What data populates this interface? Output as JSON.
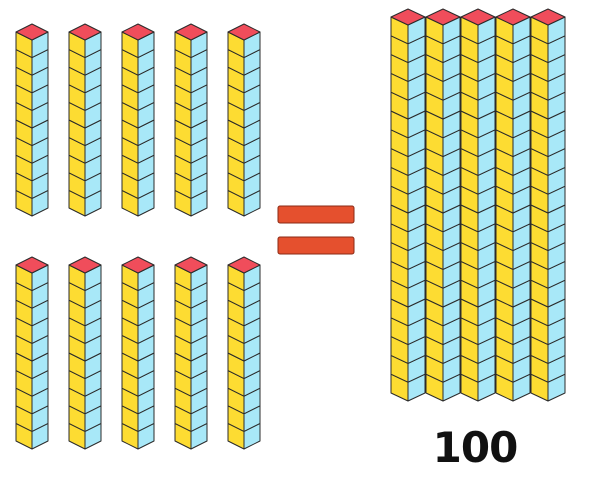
{
  "diagram": {
    "total_label": "100",
    "left_rod_count": 10,
    "right_rod_count": 5,
    "cubes_per_left_rod": 10,
    "cubes_per_right_rod": 20,
    "colors": {
      "front": "#FDDC32",
      "side": "#A8E8F8",
      "top": "#F04D5B",
      "stroke": "#2b2b2b",
      "equals": "#E5502E",
      "equals_stroke": "#8a2a14"
    }
  }
}
